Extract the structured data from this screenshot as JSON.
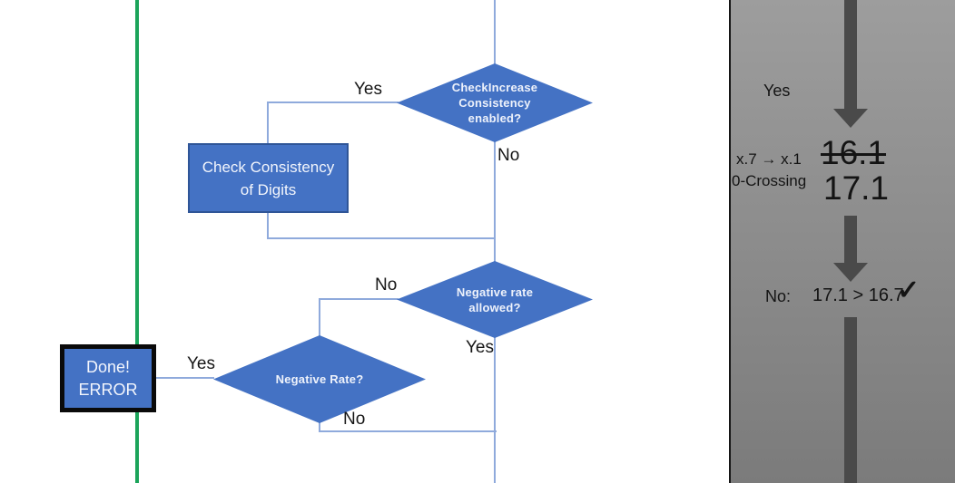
{
  "flowchart": {
    "nodes": {
      "check_increase": {
        "lines": [
          "CheckIncrease",
          "Consistency",
          "enabled?"
        ]
      },
      "check_consistency": {
        "lines": [
          "Check Consistency",
          "of Digits"
        ]
      },
      "negative_rate_allowed": {
        "lines": [
          "Negative rate",
          "allowed?"
        ]
      },
      "negative_rate": {
        "lines": [
          "Negative Rate?"
        ]
      },
      "done_error": {
        "lines": [
          "Done!",
          "ERROR"
        ]
      }
    },
    "edge_labels": {
      "d1_yes": "Yes",
      "d1_no": "No",
      "d2_no": "No",
      "d2_yes": "Yes",
      "d3_yes": "Yes",
      "d3_no": "No"
    }
  },
  "panel": {
    "yes_label": "Yes",
    "crossing_line1": "x.7 → x.1",
    "crossing_line2": "0-Crossing",
    "old_value": "16.1",
    "new_value": "17.1",
    "no_label": "No:",
    "comparison": "17.1 > 16.7",
    "check_icon": "✓"
  },
  "colors": {
    "node_blue": "#4472C4",
    "node_border": "#2F5597",
    "connector_blue": "#8FAADC",
    "green_line": "#1BA45A",
    "panel_top": "#9D9D9D",
    "panel_bottom": "#7B7B7B",
    "arrow_gray": "#4A4A4A"
  }
}
